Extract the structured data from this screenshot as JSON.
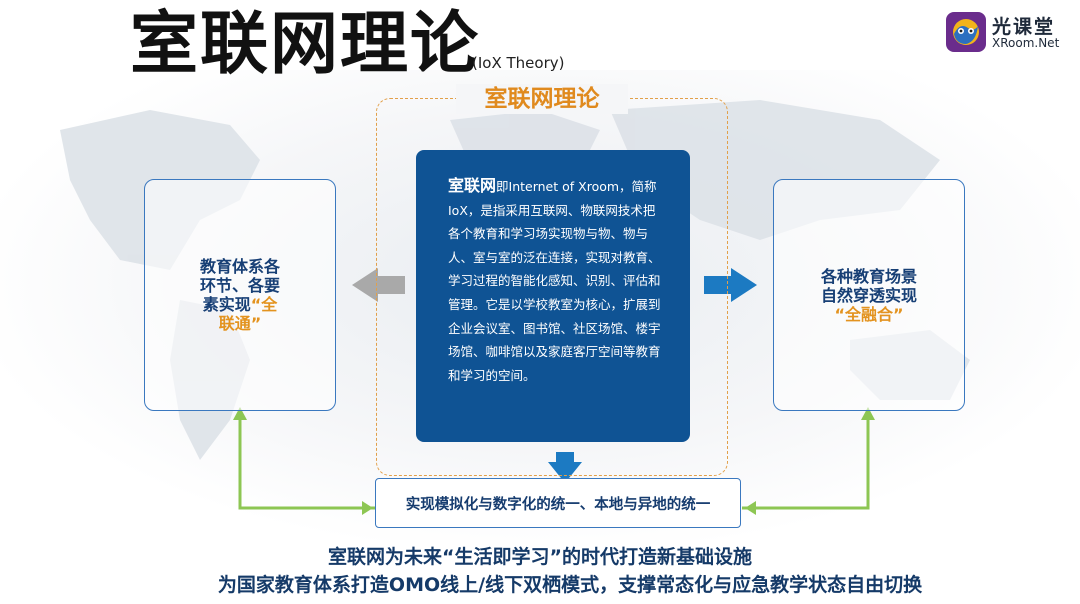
{
  "header": {
    "title": "室联网理论",
    "subtitle": "(IoX Theory)",
    "brand": {
      "name": "光课堂",
      "domain": "XRoom.Net",
      "icon": "xroom-logo-icon"
    }
  },
  "frame": {
    "title": "室联网理论"
  },
  "center": {
    "lead": "室联网",
    "body": "即Internet of Xroom，简称IoX，是指采用互联网、物联网技术把各个教育和学习场实现物与物、物与人、室与室的泛在连接，实现对教育、学习过程的智能化感知、识别、评估和管理。它是以学校教室为核心，扩展到企业会议室、图书馆、社区场馆、楼宇场馆、咖啡馆以及家庭客厅空间等教育和学习的空间。"
  },
  "left": {
    "line1": "教育体系各",
    "line2": "环节、各要",
    "line3a": "素实现",
    "line3b": "“全",
    "line4": "联通”"
  },
  "right": {
    "line1": "各种教育场景",
    "line2": "自然穿透实现",
    "line3": "“全融合”"
  },
  "bottom": {
    "text": "实现模拟化与数字化的统一、本地与异地的统一"
  },
  "footer": {
    "line1": "室联网为未来“生活即学习”的时代打造新基础设施",
    "line2": "为国家教育体系打造OMO线上/线下双栖模式，支撑常态化与应急教学状态自由切换"
  },
  "colors": {
    "primary": "#0f5394",
    "accent": "#e08a1e",
    "connector": "#8dc653",
    "left_arrow": "#a9a9a9",
    "right_arrow": "#1c7ac2"
  }
}
